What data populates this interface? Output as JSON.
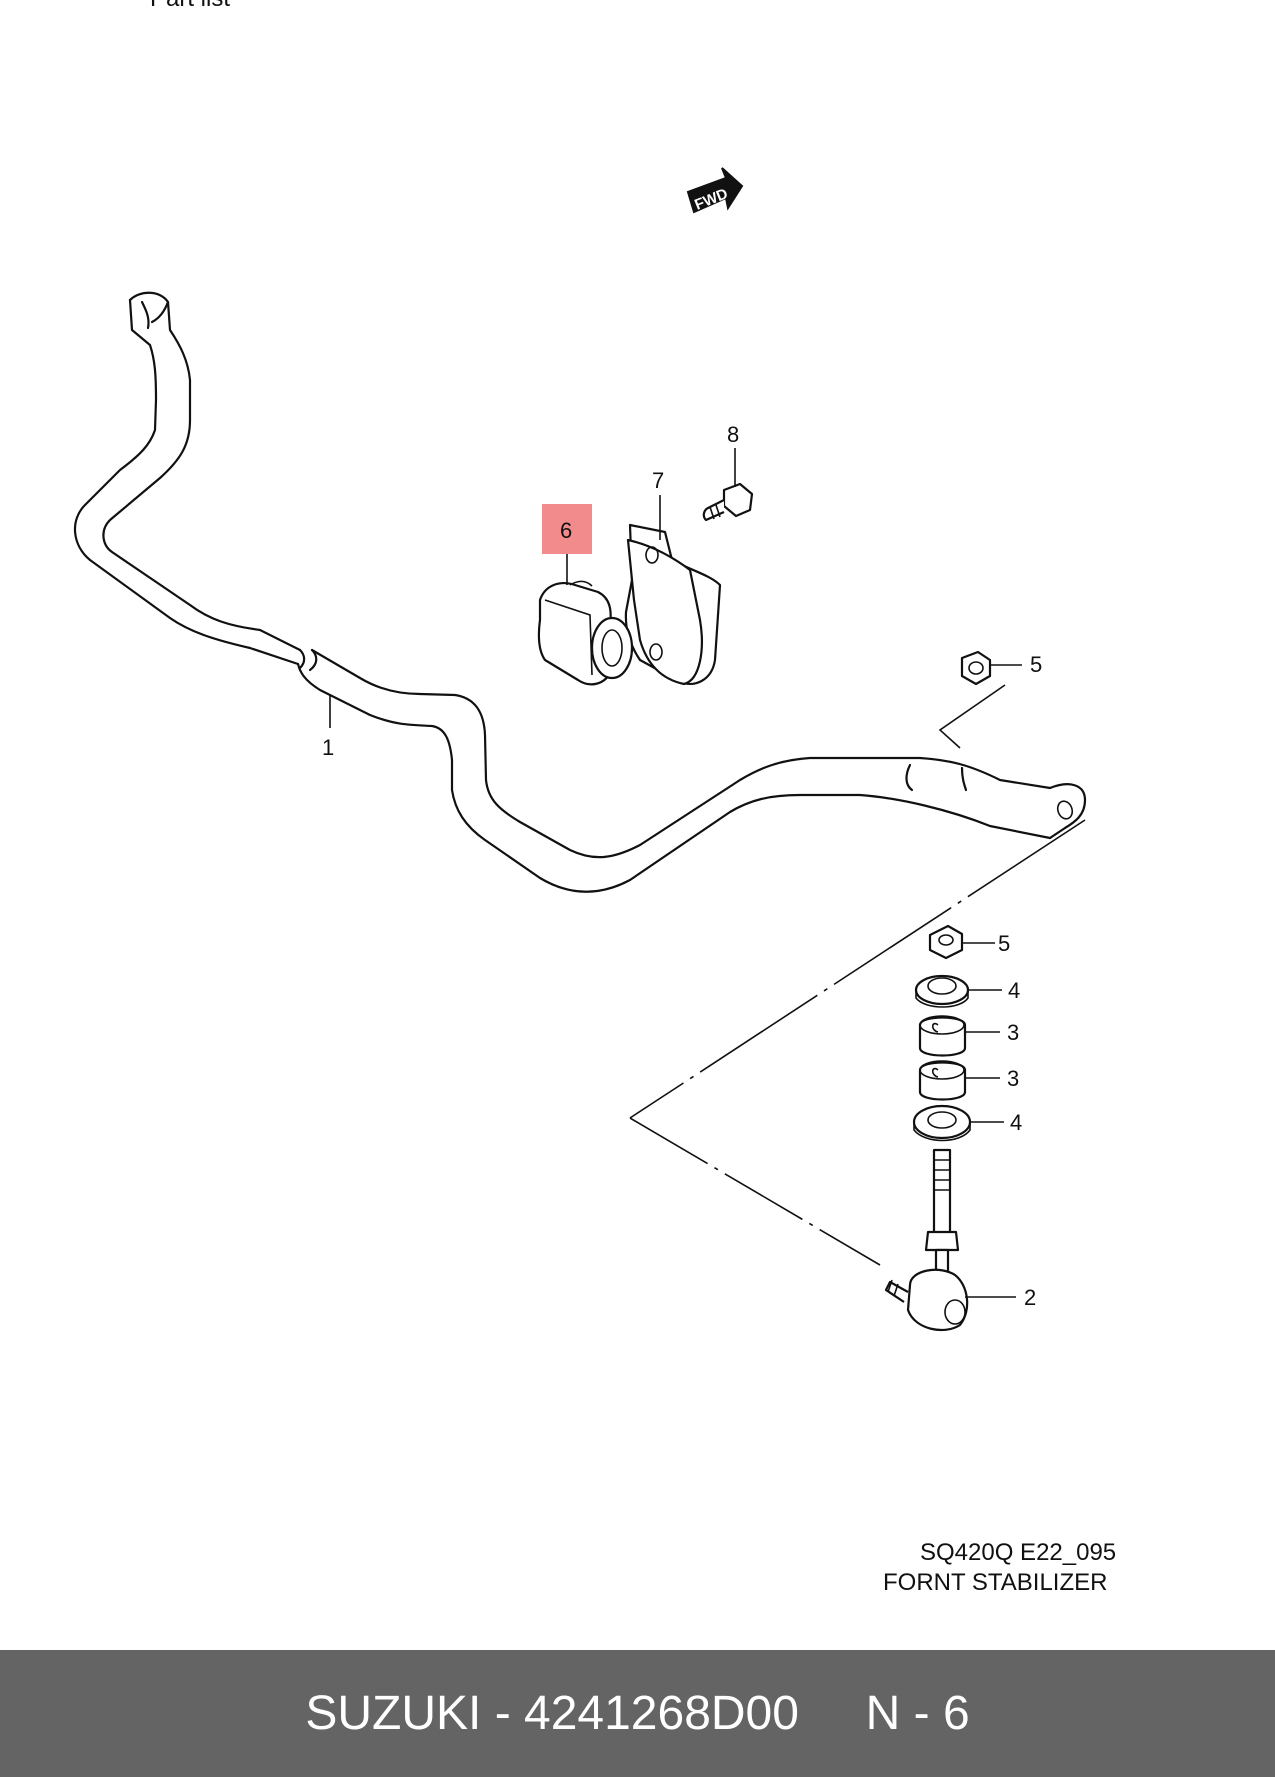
{
  "diagram": {
    "header_fragment": "Part list",
    "fwd_label": "FWD",
    "callouts": {
      "c1": "1",
      "c2": "2",
      "c3a": "3",
      "c3b": "3",
      "c4a": "4",
      "c4b": "4",
      "c5a": "5",
      "c5b": "5",
      "c6": "6",
      "c7": "7",
      "c8": "8"
    },
    "highlight_color": "#f28b8b",
    "diagram_code": "SQ420Q E22_095",
    "diagram_title": "FORNT STABILIZER"
  },
  "footer": {
    "brand": "SUZUKI",
    "separator": " - ",
    "part_number": "4241268D00",
    "gap": "     ",
    "position_label": "N - 6",
    "background": "#646464"
  }
}
